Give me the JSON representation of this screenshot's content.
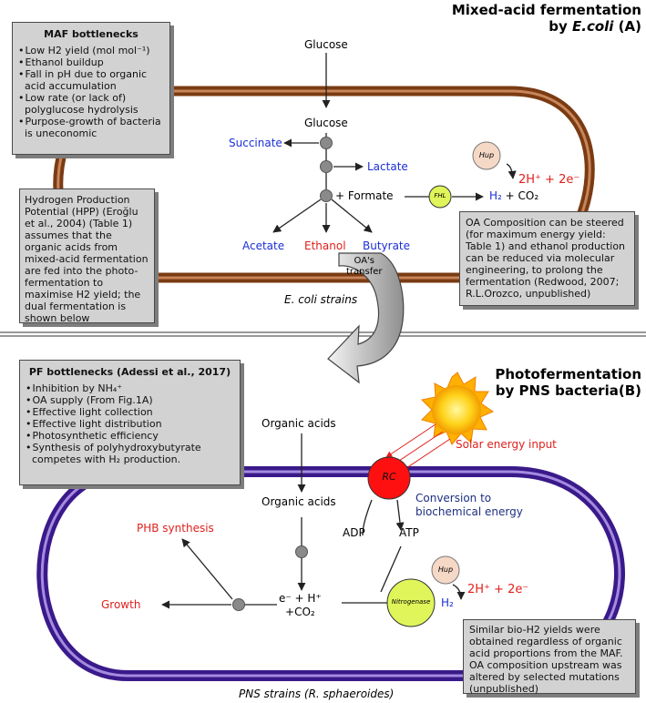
{
  "panel_a": {
    "title_line1": "Mixed-acid fermentation",
    "title_line2_prefix": "by ",
    "title_organism": "E.coli",
    "title_suffix": " (A)",
    "bottlenecks": {
      "title": "MAF bottlenecks",
      "items": [
        "Low H2 yield (mol mol⁻¹)",
        "Ethanol buildup",
        "Fall in pH due to organic acid accumulation",
        "Low rate (or lack of) polyglucose hydrolysis",
        "Purpose-growth of bacteria is uneconomic"
      ]
    },
    "hpp_note": "Hydrogen Production Potential (HPP) (Eroğlu et al., 2004) (Table 1) assumes that the organic acids from mixed-acid fermentation are fed into the photo-fermentation to maximise H2 yield; the dual fermentation is shown below",
    "oa_note": "OA Composition can be steered (for maximum energy yield: Table 1) and ethanol production can be reduced via molecular engineering, to prolong the fermentation (Redwood, 2007; R.L.Orozco, unpublished)",
    "glucose_outside": "Glucose",
    "glucose_inside": "Glucose",
    "succinate": "Succinate",
    "lactate": "Lactate",
    "formate": "+ Formate",
    "acetate": "Acetate",
    "ethanol": "Ethanol",
    "butyrate": "Butyrate",
    "fhl": "FHL",
    "h2": "H₂",
    "co2_suffix": " + CO₂",
    "hup": "Hup",
    "products": "2H⁺ + 2e⁻",
    "strain_label": "E. coli strains",
    "transfer_line1": "OA's",
    "transfer_line2": "transfer"
  },
  "panel_b": {
    "title_line1": "Photofermentation",
    "title_line2": "by PNS bacteria(B)",
    "bottlenecks": {
      "title": "PF bottlenecks (Adessi et al., 2017)",
      "items": [
        "Inhibition by NH₄⁺",
        "OA supply (From Fig.1A)",
        "Effective light collection",
        "Effective light distribution",
        "Photosynthetic efficiency",
        "Synthesis of polyhydroxybutyrate competes with H₂ production."
      ]
    },
    "organic_acids_outside": "Organic acids",
    "organic_acids_inside": "Organic acids",
    "solar": "Solar energy input",
    "rc": "RC",
    "conversion_line1": "Conversion to",
    "conversion_line2": "biochemical energy",
    "adp": "ADP",
    "atp": "ATP",
    "phb": "PHB synthesis",
    "growth": "Growth",
    "electrons_line1": "e⁻ + H⁺",
    "electrons_line2": "+CO₂",
    "nitrogenase": "Nitrogenase",
    "hup": "Hup",
    "h2": "H₂",
    "products": "2H⁺ + 2e⁻",
    "similar_note": "Similar bio-H2 yields were obtained regardless of organic acid proportions from the MAF. OA composition upstream was altered by selected mutations (unpublished)",
    "strain_label": "PNS strains (R. sphaeroides)"
  },
  "colors": {
    "brown": "#7a3b13",
    "brown_light": "#c8855a",
    "purple": "#3a1a8a",
    "purple_light": "#a48be0",
    "blue": "#1b2fd6",
    "red": "#e0201c",
    "navy": "#1e2f80",
    "yellow_green": "#dff55a",
    "peach": "#f6d8c6",
    "box_gray": "#d2d2d2"
  }
}
